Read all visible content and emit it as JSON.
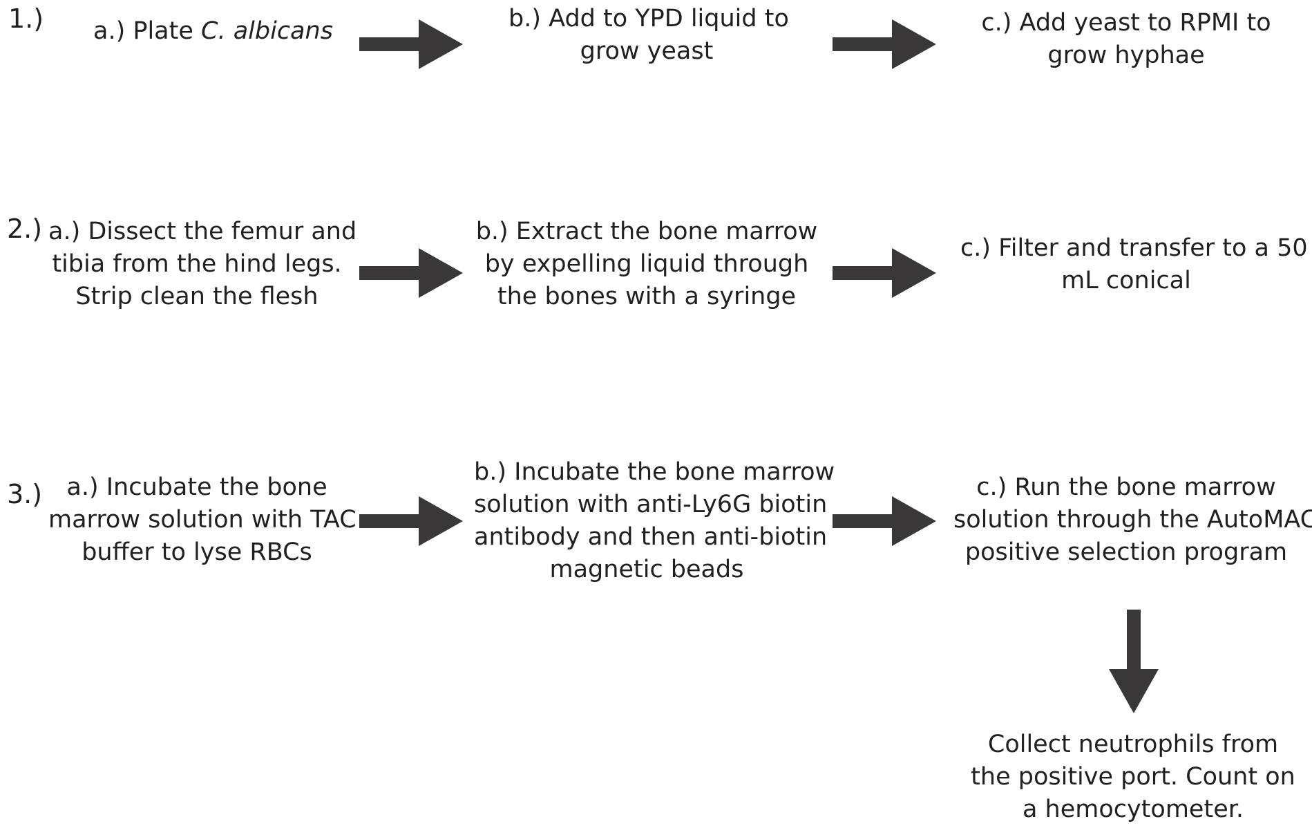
{
  "colors": {
    "text": "#231f20",
    "arrow": "#3a3738",
    "background": "#ffffff"
  },
  "rows": [
    {
      "number": "1.)",
      "steps": [
        {
          "lines": [
            "a.) Plate "
          ],
          "italic": "C. albicans"
        },
        {
          "lines": [
            "b.) Add to YPD liquid to",
            "grow yeast"
          ]
        },
        {
          "lines": [
            "c.) Add yeast to RPMI to",
            "grow hyphae"
          ]
        }
      ]
    },
    {
      "number": "2.)",
      "steps": [
        {
          "lines": [
            "a.) Dissect the femur and",
            "tibia from the hind legs.",
            "Strip clean the flesh"
          ]
        },
        {
          "lines": [
            "b.) Extract the bone marrow",
            "by expelling liquid through",
            "the bones with a syringe"
          ]
        },
        {
          "lines": [
            "c.) Filter and transfer to a 50",
            "mL conical"
          ]
        }
      ]
    },
    {
      "number": "3.)",
      "steps": [
        {
          "lines": [
            "a.) Incubate the bone",
            "marrow solution with TAC",
            "buffer to lyse RBCs"
          ]
        },
        {
          "lines": [
            "b.) Incubate the bone marrow",
            "solution with anti-Ly6G biotin",
            "antibody and then anti-biotin",
            "magnetic beads"
          ]
        },
        {
          "lines": [
            "c.) Run the bone marrow",
            "solution through the AutoMACs",
            "positive selection program"
          ]
        }
      ]
    }
  ],
  "final_step": {
    "lines": [
      "Collect neutrophils from",
      "the positive port. Count on",
      "a hemocytometer."
    ]
  },
  "arrow_icon": "arrow-right-icon"
}
